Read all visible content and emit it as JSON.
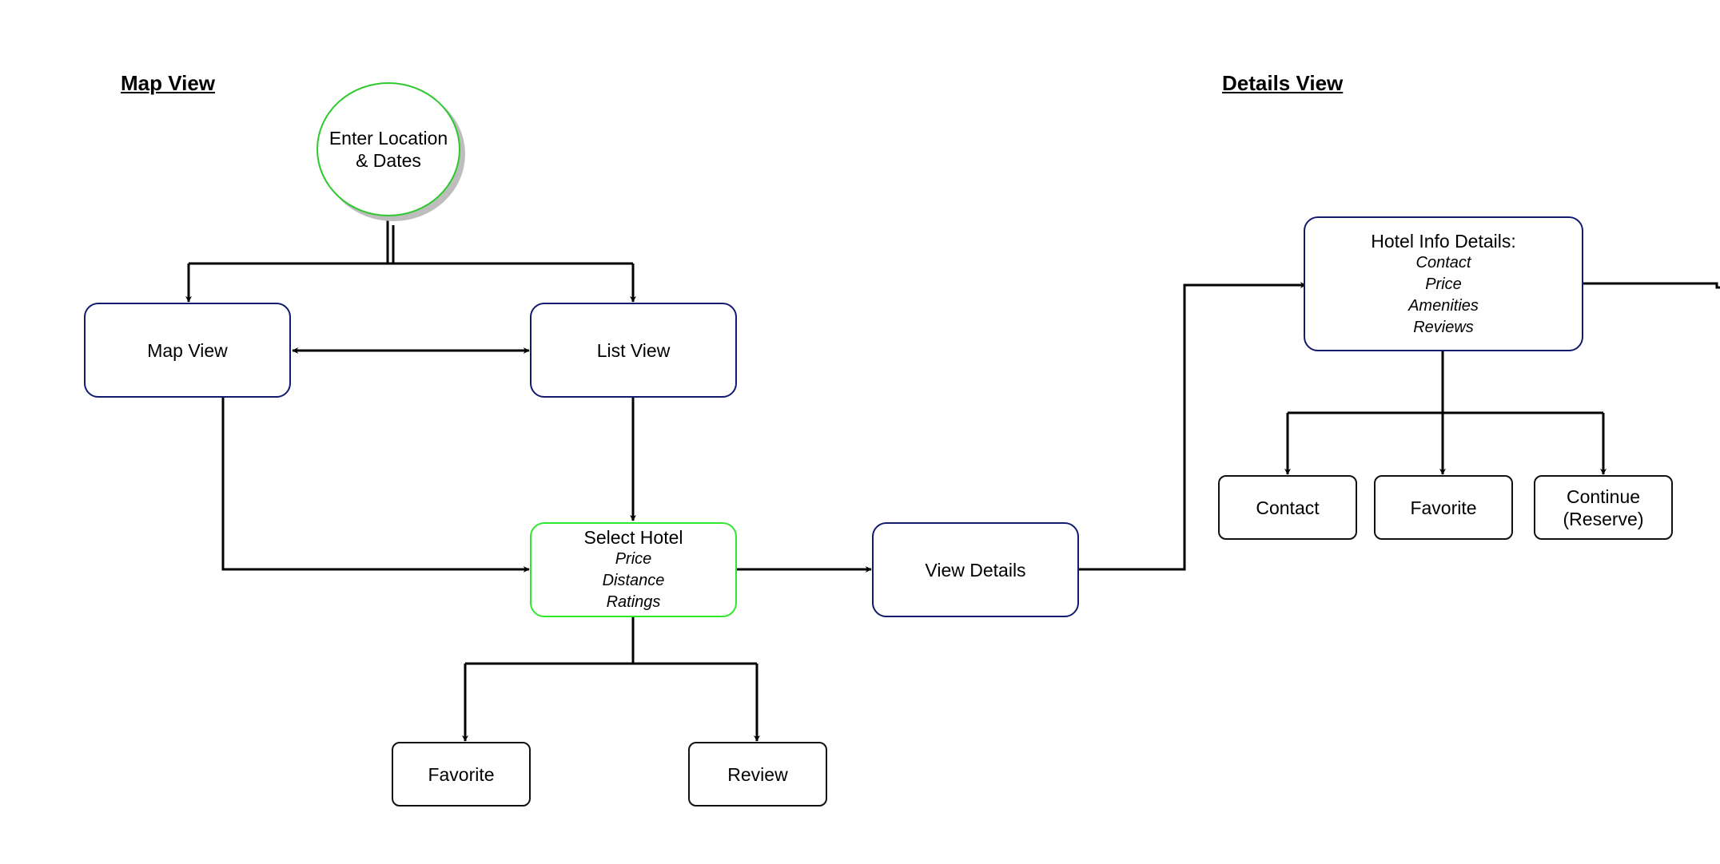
{
  "headings": {
    "map_view": "Map View",
    "details_view": "Details View"
  },
  "nodes": {
    "enter_location": {
      "line1": "Enter Location",
      "line2": "& Dates"
    },
    "map_view": "Map View",
    "list_view": "List View",
    "select_hotel": {
      "title": "Select Hotel",
      "attrs": [
        "Price",
        "Distance",
        "Ratings"
      ]
    },
    "view_details": "View Details",
    "favorite_left": "Favorite",
    "review": "Review",
    "hotel_info": {
      "title": "Hotel Info Details:",
      "attrs": [
        "Contact",
        "Price",
        "Amenities",
        "Reviews"
      ]
    },
    "contact": "Contact",
    "favorite_right": "Favorite",
    "continue": {
      "line1": "Continue",
      "line2": "(Reserve)"
    }
  },
  "colors": {
    "primary_box": "#141a6e",
    "start_outline": "#2ec92e",
    "highlight_box": "#2ee82e",
    "line": "#000000"
  }
}
